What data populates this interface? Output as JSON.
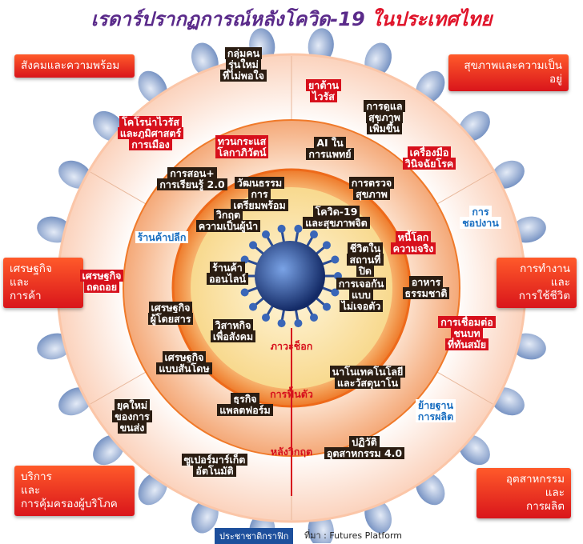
{
  "title": {
    "part1": "เรดาร์ปรากฏการณ์หลังโควิด-19",
    "part2": " ในประเทศไทย"
  },
  "categories": [
    {
      "key": "society",
      "text": "สังคมและความพร้อม"
    },
    {
      "key": "health",
      "text": "สุขภาพและความเป็นอยู่"
    },
    {
      "key": "economy",
      "text": "เศรษฐกิจ\nและ\nการค้า"
    },
    {
      "key": "work",
      "text": "การทำงาน\nและ\nการใช้ชีวิต"
    },
    {
      "key": "services",
      "text": "บริการ\nและ\nการคุ้มครองผู้บริโภค"
    },
    {
      "key": "industry",
      "text": "อุตสาหกรรม\nและ\nการผลิต"
    }
  ],
  "rings": {
    "inner": "ภาวะช็อก",
    "middle": "การฟื้นตัว",
    "outer": "หลังวิกฤต"
  },
  "labels": [
    {
      "id": "l01",
      "text": "กลุ่มคน\nรุ่นใหม่\nที่ไม่พอใจ",
      "style": "w"
    },
    {
      "id": "l02",
      "text": "ยาต้าน\nไวรัส",
      "style": "r"
    },
    {
      "id": "l03",
      "text": "การดูแล\nสุขภาพ\nเพิ่มขึ้น",
      "style": "w"
    },
    {
      "id": "l04",
      "text": "โคโรน่าไวรัส\nและภูมิศาสตร์\nการเมือง",
      "style": "r"
    },
    {
      "id": "l05",
      "text": "ทวนกระแส\nโลกาภิวัตน์",
      "style": "r"
    },
    {
      "id": "l06",
      "text": "AI ใน\nการแพทย์",
      "style": "w"
    },
    {
      "id": "l07",
      "text": "เครื่องมือ\nวินิจฉัยโรค",
      "style": "r"
    },
    {
      "id": "l08",
      "text": "การสอน+\nการเรียนรู้ 2.0",
      "style": "w"
    },
    {
      "id": "l09",
      "text": "วัฒนธรรม\nการ\nเตรียมพร้อม",
      "style": "w"
    },
    {
      "id": "l10",
      "text": "การตรวจ\nสุขภาพ",
      "style": "w"
    },
    {
      "id": "l11",
      "text": "การ\nชอปงาน",
      "style": "b"
    },
    {
      "id": "l12",
      "text": "วิกฤต\nความเป็นผู้นำ",
      "style": "w"
    },
    {
      "id": "l13",
      "text": "โควิด-19\nและสุขภาพจิต",
      "style": "w"
    },
    {
      "id": "l14",
      "text": "หนี้โลก\nความจริง",
      "style": "r"
    },
    {
      "id": "l15",
      "text": "ร้านค้าปลีก",
      "style": "b"
    },
    {
      "id": "l16",
      "text": "ชีวิตใน\nสถานที่\nปิด",
      "style": "w"
    },
    {
      "id": "l17",
      "text": "ร้านค้า\nออนไลน์",
      "style": "w"
    },
    {
      "id": "l18",
      "text": "เศรษฐกิจ\nถดถอย",
      "style": "r"
    },
    {
      "id": "l19",
      "text": "อาหาร\nธรรมชาติ",
      "style": "w"
    },
    {
      "id": "l20",
      "text": "การเจอกัน\nแบบ\nไม่เจอตัว",
      "style": "w"
    },
    {
      "id": "l21",
      "text": "เศรษฐกิจ\nผู้โดยสาร",
      "style": "w"
    },
    {
      "id": "l22",
      "text": "การเชื่อมต่อ\nชนบท\nที่ทันสมัย",
      "style": "r"
    },
    {
      "id": "l23",
      "text": "วิสาหกิจ\nเพื่อสังคม",
      "style": "w"
    },
    {
      "id": "l24",
      "text": "เศรษฐกิจ\nแบบสันโดษ",
      "style": "w"
    },
    {
      "id": "l25",
      "text": "นาโนเทคโนโลยี\nและวัสดุนาโน",
      "style": "w"
    },
    {
      "id": "l26",
      "text": "ยุคใหม่\nของการ\nขนส่ง",
      "style": "w"
    },
    {
      "id": "l27",
      "text": "ธุรกิจ\nแพลตฟอร์ม",
      "style": "w"
    },
    {
      "id": "l28",
      "text": "ย้ายฐาน\nการผลิต",
      "style": "b"
    },
    {
      "id": "l29",
      "text": "ปฏิวัติ\nอุตสาหกรรม 4.0",
      "style": "w"
    },
    {
      "id": "l30",
      "text": "ซูเปอร์มาร์เก็ต\nอัตโนมัติ",
      "style": "w"
    }
  ],
  "footer": {
    "brand": "ประชาชาติกราฟิก",
    "source": "ที่มา : Futures Platform"
  },
  "colors": {
    "outer_ring": "#fde2d2",
    "middle_ring": "#f5b98f",
    "inner_ring": "#f07a2a",
    "core": "#fbe7b5",
    "accent": "#d7101c",
    "virus": "#1f3a7a"
  }
}
